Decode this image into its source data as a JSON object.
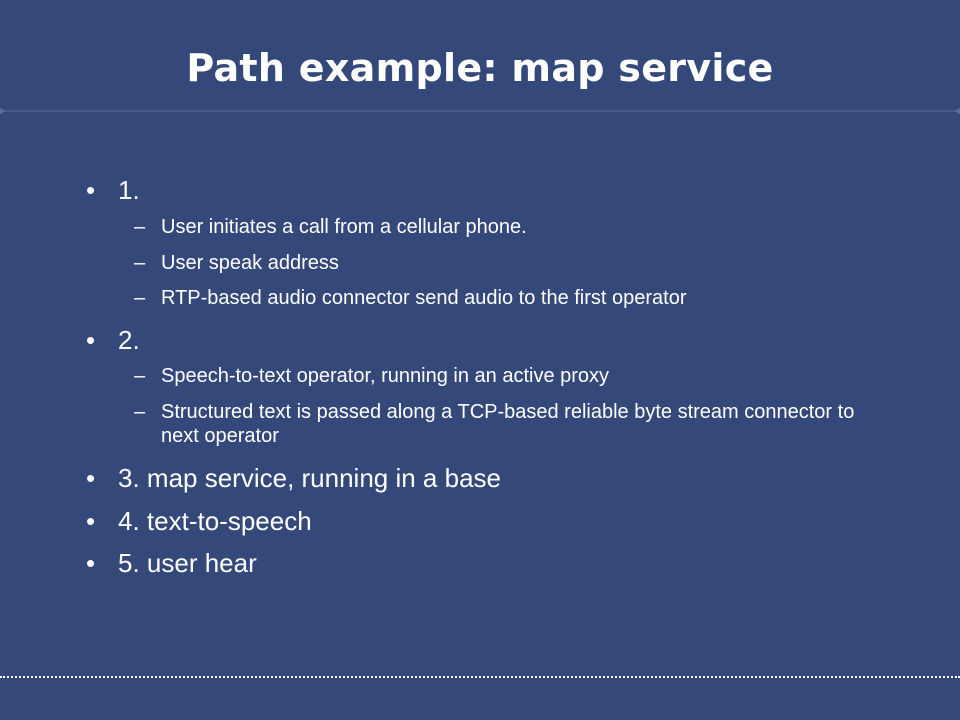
{
  "slide": {
    "title": "Path example: map service",
    "bullet_glyph": "•",
    "dash_glyph": "–",
    "items": [
      {
        "text": "1.",
        "subitems": [
          "User initiates a call from a cellular phone.",
          "User speak address",
          "RTP-based audio connector send audio to the first operator"
        ]
      },
      {
        "text": "2.",
        "subitems": [
          "Speech-to-text operator, running in an active proxy",
          "Structured text is passed along a TCP-based reliable byte stream connector to next operator"
        ]
      },
      {
        "text": "3. map service, running in a base",
        "subitems": []
      },
      {
        "text": "4. text-to-speech",
        "subitems": []
      },
      {
        "text": "5. user hear",
        "subitems": []
      }
    ]
  },
  "colors": {
    "background": "#34497a",
    "text": "#ffffff"
  }
}
